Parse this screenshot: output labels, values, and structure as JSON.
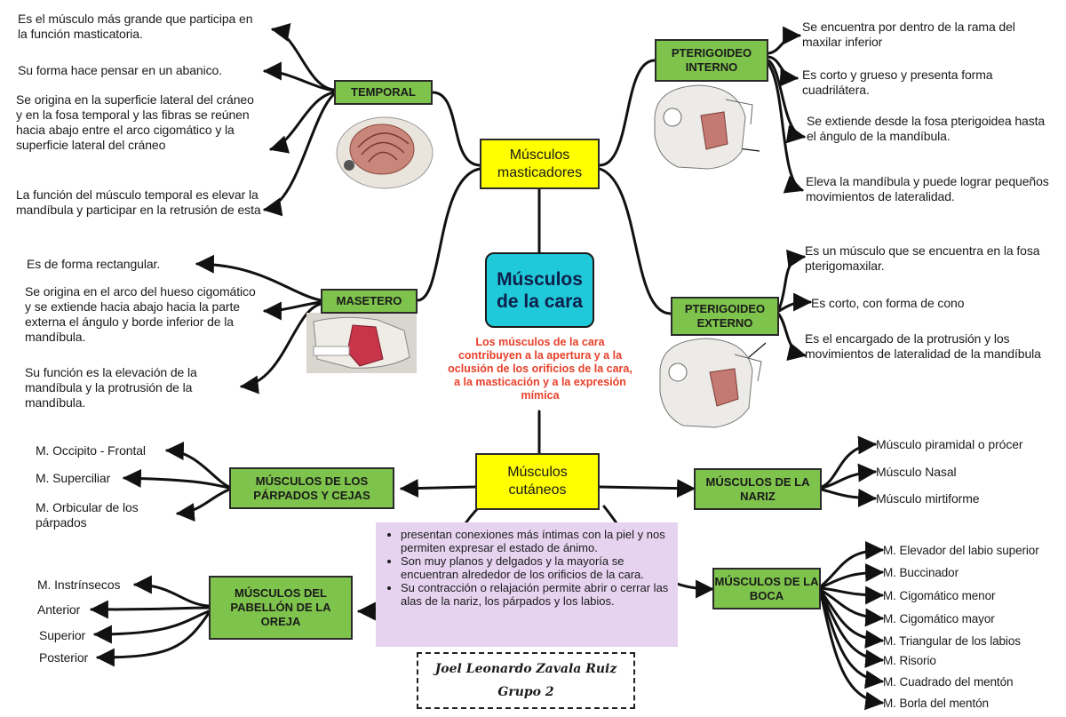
{
  "center": {
    "title": "Músculos de la cara",
    "note": "Los músculos de la cara contribuyen a la apertura y a la oclusión de los orificios de la cara, a la masticación y a la expresión mímica"
  },
  "masticadores": {
    "label": "Músculos masticadores",
    "temporal": {
      "label": "TEMPORAL",
      "items": [
        "Es el músculo más grande que participa en la función masticatoria.",
        "Su forma hace pensar en un abanico.",
        "Se origina en la superficie lateral del cráneo y en la fosa temporal y las fibras se reúnen hacia abajo entre el arco cigomático y la superficie lateral del cráneo",
        "La función del músculo temporal es elevar la mandíbula y participar en la retrusión de esta"
      ]
    },
    "masetero": {
      "label": "MASETERO",
      "items": [
        "Es de forma rectangular.",
        "Se origina en el arco del hueso cigomático y se extiende hacia abajo hacia la parte externa el ángulo y borde inferior de la mandíbula.",
        "Su función es la elevación de la mandíbula y la protrusión de la mandíbula."
      ]
    },
    "pterigoideo_interno": {
      "label": "PTERIGOIDEO INTERNO",
      "items": [
        "Se encuentra por dentro de la rama del maxilar inferior",
        "Es corto y grueso y presenta forma cuadrilátera.",
        "Se extiende desde la fosa pterigoidea hasta el ángulo de la mandíbula.",
        "Eleva la mandíbula y puede lograr pequeños movimientos de lateralidad."
      ]
    },
    "pterigoideo_externo": {
      "label": "PTERIGOIDEO EXTERNO",
      "items": [
        "Es un músculo que se encuentra en la fosa pterigomaxilar.",
        "Es corto, con forma de cono",
        "Es el encargado de la protrusión y los movimientos de lateralidad de la mandíbula"
      ]
    }
  },
  "cutaneos": {
    "label": "Músculos cutáneos",
    "bullets": [
      "presentan conexiones más íntimas con la piel y nos permiten expresar el estado de ánimo.",
      "Son muy planos y delgados y la mayoría se encuentran alrededor de los orificios de la cara.",
      "Su contracción o relajación permite abrir o cerrar las alas de la nariz, los párpados y los labios."
    ],
    "parpados": {
      "label": "MÚSCULOS DE LOS PÁRPADOS Y CEJAS",
      "items": [
        "M. Occipito - Frontal",
        "M. Superciliar",
        "M. Orbicular de los párpados"
      ]
    },
    "oreja": {
      "label": "MÚSCULOS DEL PABELLÓN DE LA OREJA",
      "items": [
        "M. Instrínsecos",
        "Anterior",
        "Superior",
        "Posterior"
      ]
    },
    "nariz": {
      "label": "MÚSCULOS DE LA NARIZ",
      "items": [
        "Músculo piramidal o prócer",
        "Músculo Nasal",
        "Músculo mirtiforme"
      ]
    },
    "boca": {
      "label": "MÚSCULOS DE LA BOCA",
      "items": [
        "M. Elevador del labio superior",
        "M. Buccinador",
        "M. Cigomático menor",
        "M. Cigomático mayor",
        "M. Triangular de los labios",
        "M. Risorio",
        "M. Cuadrado del mentón",
        "M. Borla del mentón"
      ]
    }
  },
  "signature": {
    "name": "Joel Leonardo Zavala Ruiz",
    "group": "Grupo 2"
  },
  "colors": {
    "green_node": "#7ec34b",
    "yellow_node": "#ffff00",
    "center_node": "#20c9d9",
    "note_red": "#e8402a",
    "panel_purple": "#e6d3f0"
  }
}
